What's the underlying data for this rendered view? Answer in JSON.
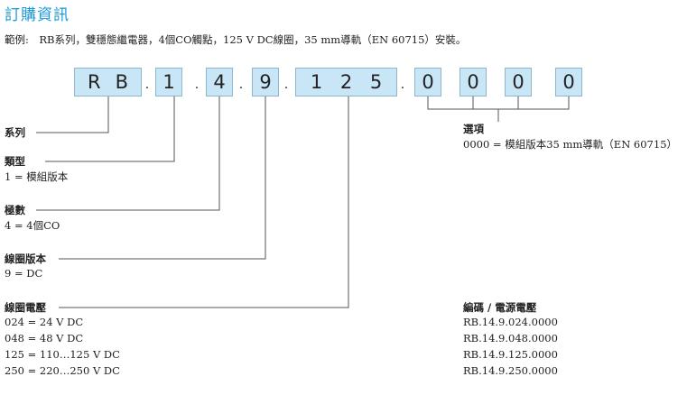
{
  "title": "訂購資訊",
  "example": "範例:　RB系列，雙穩態繼電器，4個CO觸點，125 V DC線圈，35 mm導軌（EN 60715）安裝。",
  "code": {
    "series": "RB",
    "type": "1",
    "poles": "4",
    "version": "9",
    "voltage": [
      "1",
      "2",
      "5"
    ],
    "options": [
      "0",
      "0",
      "0",
      "0"
    ],
    "separator": "."
  },
  "legend": {
    "series_label": "系列",
    "type_label": "類型",
    "type_value": "1 = 模組版本",
    "poles_label": "極數",
    "poles_value": "4 = 4個CO",
    "version_label": "線圈版本",
    "version_value": "9 = DC",
    "voltage_label": "線圈電壓",
    "voltage_values": [
      "024 = 24 V DC",
      "048 = 48 V DC",
      "125 = 110…125 V DC",
      "250 = 220…250 V DC"
    ],
    "options_label": "選項",
    "options_value": "0000 = 模組版本35 mm導軌（EN 60715）",
    "codes_label": "編碼 / 電源電壓",
    "codes": [
      "RB.14.9.024.0000",
      "RB.14.9.048.0000",
      "RB.14.9.125.0000",
      "RB.14.9.250.0000"
    ]
  }
}
